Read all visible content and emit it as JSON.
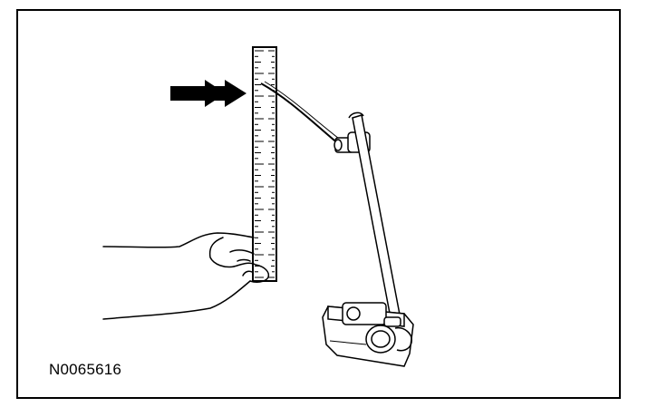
{
  "figure": {
    "id_label": "N0065616",
    "line_color": "#000000",
    "background": "#ffffff",
    "depicts": [
      "steel-ruler",
      "hand",
      "dial-indicator-stand",
      "pointer-arrow"
    ]
  }
}
